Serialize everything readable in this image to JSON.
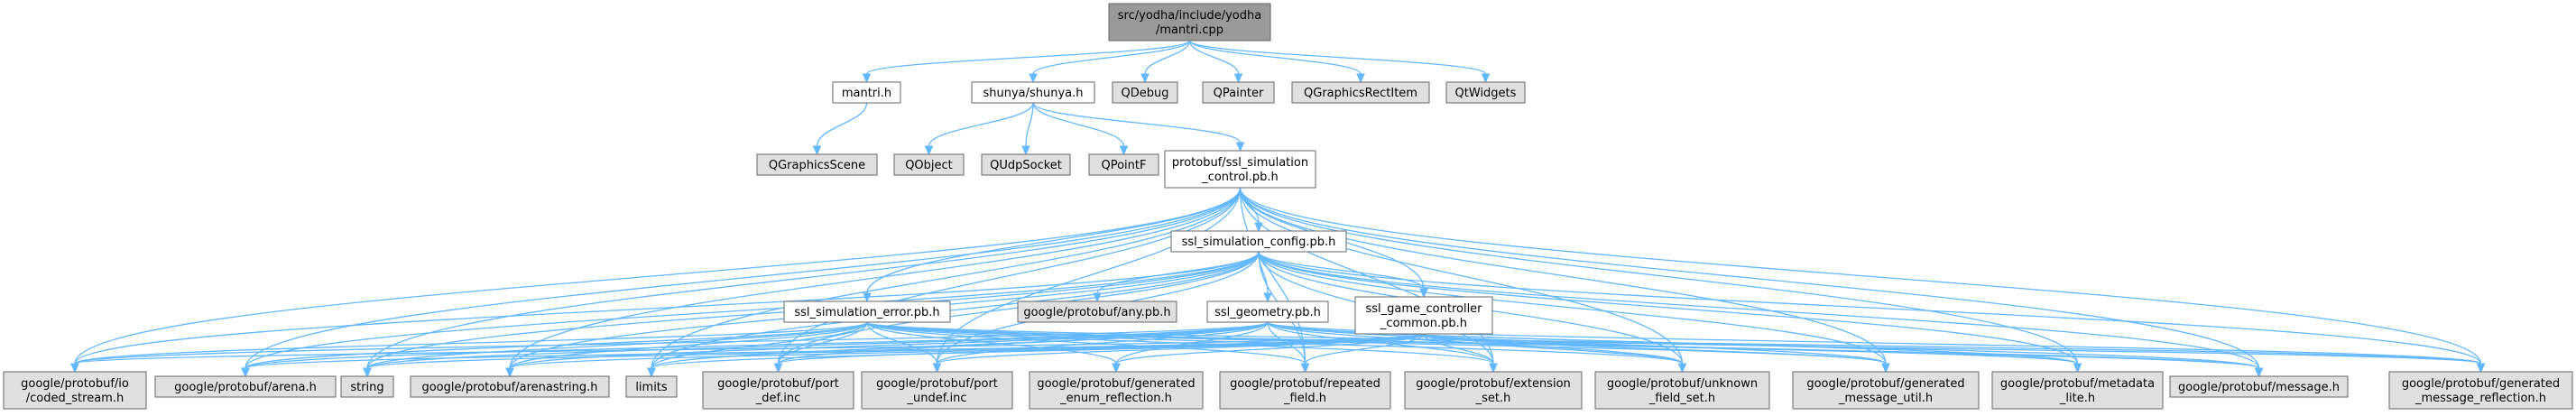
{
  "colors": {
    "root_fill": "#999999",
    "internal_fill": "#ffffff",
    "external_fill": "#e0e0e0",
    "border": "#666666",
    "edge": "#63b8ff"
  },
  "nodes": [
    {
      "id": "root",
      "kind": "root",
      "lines": [
        "src/yodha/include/yodha",
        "/mantri.cpp"
      ]
    },
    {
      "id": "mantri_h",
      "kind": "internal",
      "lines": [
        "mantri.h"
      ]
    },
    {
      "id": "shunya_h",
      "kind": "internal",
      "lines": [
        "shunya/shunya.h"
      ]
    },
    {
      "id": "qdebug",
      "kind": "external",
      "lines": [
        "QDebug"
      ]
    },
    {
      "id": "qpainter",
      "kind": "external",
      "lines": [
        "QPainter"
      ]
    },
    {
      "id": "qgraphicsrectitem",
      "kind": "external",
      "lines": [
        "QGraphicsRectItem"
      ]
    },
    {
      "id": "qtwidgets",
      "kind": "external",
      "lines": [
        "QtWidgets"
      ]
    },
    {
      "id": "qgraphicsscene",
      "kind": "external",
      "lines": [
        "QGraphicsScene"
      ]
    },
    {
      "id": "qobject",
      "kind": "external",
      "lines": [
        "QObject"
      ]
    },
    {
      "id": "qudpsocket",
      "kind": "external",
      "lines": [
        "QUdpSocket"
      ]
    },
    {
      "id": "qpointf",
      "kind": "external",
      "lines": [
        "QPointF"
      ]
    },
    {
      "id": "ssl_sim_control",
      "kind": "internal",
      "lines": [
        "protobuf/ssl_simulation",
        "_control.pb.h"
      ]
    },
    {
      "id": "ssl_sim_config",
      "kind": "internal",
      "lines": [
        "ssl_simulation_config.pb.h"
      ]
    },
    {
      "id": "any_pb",
      "kind": "external",
      "lines": [
        "google/protobuf/any.pb.h"
      ]
    },
    {
      "id": "ssl_sim_error",
      "kind": "internal",
      "lines": [
        "ssl_simulation_error.pb.h"
      ]
    },
    {
      "id": "ssl_geometry",
      "kind": "internal",
      "lines": [
        "ssl_geometry.pb.h"
      ]
    },
    {
      "id": "ssl_gc_common",
      "kind": "internal",
      "lines": [
        "ssl_game_controller",
        "_common.pb.h"
      ]
    },
    {
      "id": "coded_stream",
      "kind": "external",
      "lines": [
        "google/protobuf/io",
        "/coded_stream.h"
      ]
    },
    {
      "id": "arena",
      "kind": "external",
      "lines": [
        "google/protobuf/arena.h"
      ]
    },
    {
      "id": "string",
      "kind": "external",
      "lines": [
        "string"
      ]
    },
    {
      "id": "arenastring",
      "kind": "external",
      "lines": [
        "google/protobuf/arenastring.h"
      ]
    },
    {
      "id": "limits",
      "kind": "external",
      "lines": [
        "limits"
      ]
    },
    {
      "id": "port_def",
      "kind": "external",
      "lines": [
        "google/protobuf/port",
        "_def.inc"
      ]
    },
    {
      "id": "port_undef",
      "kind": "external",
      "lines": [
        "google/protobuf/port",
        "_undef.inc"
      ]
    },
    {
      "id": "gen_enum_refl",
      "kind": "external",
      "lines": [
        "google/protobuf/generated",
        "_enum_reflection.h"
      ]
    },
    {
      "id": "repeated_field",
      "kind": "external",
      "lines": [
        "google/protobuf/repeated",
        "_field.h"
      ]
    },
    {
      "id": "extension_set",
      "kind": "external",
      "lines": [
        "google/protobuf/extension",
        "_set.h"
      ]
    },
    {
      "id": "unknown_field_set",
      "kind": "external",
      "lines": [
        "google/protobuf/unknown",
        "_field_set.h"
      ]
    },
    {
      "id": "gen_msg_util",
      "kind": "external",
      "lines": [
        "google/protobuf/generated",
        "_message_util.h"
      ]
    },
    {
      "id": "metadata_lite",
      "kind": "external",
      "lines": [
        "google/protobuf/metadata",
        "_lite.h"
      ]
    },
    {
      "id": "message_h",
      "kind": "external",
      "lines": [
        "google/protobuf/message.h"
      ]
    },
    {
      "id": "gen_msg_refl",
      "kind": "external",
      "lines": [
        "google/protobuf/generated",
        "_message_reflection.h"
      ]
    }
  ],
  "edges": [
    [
      "root",
      "mantri_h"
    ],
    [
      "root",
      "shunya_h"
    ],
    [
      "root",
      "qdebug"
    ],
    [
      "root",
      "qpainter"
    ],
    [
      "root",
      "qgraphicsrectitem"
    ],
    [
      "root",
      "qtwidgets"
    ],
    [
      "mantri_h",
      "qgraphicsscene"
    ],
    [
      "shunya_h",
      "qobject"
    ],
    [
      "shunya_h",
      "qudpsocket"
    ],
    [
      "shunya_h",
      "qpointf"
    ],
    [
      "shunya_h",
      "ssl_sim_control"
    ],
    [
      "ssl_sim_control",
      "ssl_sim_config"
    ],
    [
      "ssl_sim_control",
      "ssl_sim_error"
    ],
    [
      "ssl_sim_control",
      "ssl_gc_common"
    ],
    [
      "ssl_sim_control",
      "coded_stream"
    ],
    [
      "ssl_sim_control",
      "arena"
    ],
    [
      "ssl_sim_control",
      "string"
    ],
    [
      "ssl_sim_control",
      "arenastring"
    ],
    [
      "ssl_sim_control",
      "limits"
    ],
    [
      "ssl_sim_control",
      "port_def"
    ],
    [
      "ssl_sim_control",
      "port_undef"
    ],
    [
      "ssl_sim_control",
      "repeated_field"
    ],
    [
      "ssl_sim_control",
      "extension_set"
    ],
    [
      "ssl_sim_control",
      "unknown_field_set"
    ],
    [
      "ssl_sim_control",
      "gen_msg_util"
    ],
    [
      "ssl_sim_control",
      "metadata_lite"
    ],
    [
      "ssl_sim_control",
      "message_h"
    ],
    [
      "ssl_sim_control",
      "gen_msg_refl"
    ],
    [
      "ssl_sim_config",
      "any_pb"
    ],
    [
      "ssl_sim_config",
      "ssl_geometry"
    ],
    [
      "ssl_sim_config",
      "ssl_gc_common"
    ],
    [
      "ssl_sim_config",
      "coded_stream"
    ],
    [
      "ssl_sim_config",
      "arena"
    ],
    [
      "ssl_sim_config",
      "string"
    ],
    [
      "ssl_sim_config",
      "arenastring"
    ],
    [
      "ssl_sim_config",
      "limits"
    ],
    [
      "ssl_sim_config",
      "port_def"
    ],
    [
      "ssl_sim_config",
      "port_undef"
    ],
    [
      "ssl_sim_config",
      "repeated_field"
    ],
    [
      "ssl_sim_config",
      "extension_set"
    ],
    [
      "ssl_sim_config",
      "unknown_field_set"
    ],
    [
      "ssl_sim_config",
      "gen_msg_util"
    ],
    [
      "ssl_sim_config",
      "metadata_lite"
    ],
    [
      "ssl_sim_config",
      "message_h"
    ],
    [
      "ssl_sim_config",
      "gen_msg_refl"
    ],
    [
      "ssl_sim_error",
      "coded_stream"
    ],
    [
      "ssl_sim_error",
      "arena"
    ],
    [
      "ssl_sim_error",
      "string"
    ],
    [
      "ssl_sim_error",
      "arenastring"
    ],
    [
      "ssl_sim_error",
      "limits"
    ],
    [
      "ssl_sim_error",
      "port_def"
    ],
    [
      "ssl_sim_error",
      "port_undef"
    ],
    [
      "ssl_sim_error",
      "gen_enum_refl"
    ],
    [
      "ssl_sim_error",
      "repeated_field"
    ],
    [
      "ssl_sim_error",
      "extension_set"
    ],
    [
      "ssl_sim_error",
      "unknown_field_set"
    ],
    [
      "ssl_sim_error",
      "gen_msg_util"
    ],
    [
      "ssl_sim_error",
      "metadata_lite"
    ],
    [
      "ssl_sim_error",
      "message_h"
    ],
    [
      "ssl_sim_error",
      "gen_msg_refl"
    ],
    [
      "ssl_geometry",
      "coded_stream"
    ],
    [
      "ssl_geometry",
      "arena"
    ],
    [
      "ssl_geometry",
      "string"
    ],
    [
      "ssl_geometry",
      "arenastring"
    ],
    [
      "ssl_geometry",
      "limits"
    ],
    [
      "ssl_geometry",
      "port_def"
    ],
    [
      "ssl_geometry",
      "port_undef"
    ],
    [
      "ssl_geometry",
      "gen_enum_refl"
    ],
    [
      "ssl_geometry",
      "repeated_field"
    ],
    [
      "ssl_geometry",
      "extension_set"
    ],
    [
      "ssl_geometry",
      "unknown_field_set"
    ],
    [
      "ssl_geometry",
      "gen_msg_util"
    ],
    [
      "ssl_geometry",
      "metadata_lite"
    ],
    [
      "ssl_geometry",
      "message_h"
    ],
    [
      "ssl_geometry",
      "gen_msg_refl"
    ],
    [
      "ssl_gc_common",
      "coded_stream"
    ],
    [
      "ssl_gc_common",
      "arena"
    ],
    [
      "ssl_gc_common",
      "string"
    ],
    [
      "ssl_gc_common",
      "arenastring"
    ],
    [
      "ssl_gc_common",
      "limits"
    ],
    [
      "ssl_gc_common",
      "port_def"
    ],
    [
      "ssl_gc_common",
      "port_undef"
    ],
    [
      "ssl_gc_common",
      "gen_enum_refl"
    ],
    [
      "ssl_gc_common",
      "repeated_field"
    ],
    [
      "ssl_gc_common",
      "extension_set"
    ],
    [
      "ssl_gc_common",
      "unknown_field_set"
    ],
    [
      "ssl_gc_common",
      "gen_msg_util"
    ],
    [
      "ssl_gc_common",
      "metadata_lite"
    ],
    [
      "ssl_gc_common",
      "message_h"
    ],
    [
      "ssl_gc_common",
      "gen_msg_refl"
    ]
  ]
}
